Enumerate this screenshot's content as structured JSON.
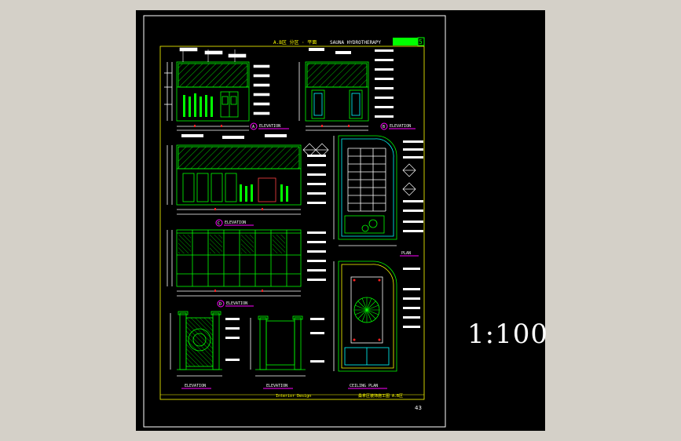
{
  "title_block": {
    "title_cn": "A.B区 分区 · 平面",
    "title_en": "SAUNA HYDROTHERAPY",
    "sheet_no": "5"
  },
  "views": [
    {
      "id": "A",
      "label": "ELEVATION"
    },
    {
      "id": "B",
      "label": "ELEVATION"
    },
    {
      "id": "C",
      "label": "ELEVATION"
    },
    {
      "id": "D",
      "label": "ELEVATION"
    },
    {
      "id": "E",
      "label": "ELEVATION"
    },
    {
      "id": "F",
      "label": "ELEVATION"
    },
    {
      "id": "P",
      "label": "PLAN"
    },
    {
      "id": "R",
      "label": "CEILING PLAN"
    }
  ],
  "footer": {
    "left": "Interior Design",
    "right": "桑拿区装饰施工图 A.B区"
  },
  "page_number": "43",
  "scale": "1:100",
  "colors": {
    "background": "#000000",
    "frame": "#ffffff",
    "lines": "#00ff00",
    "notes": "#ffffff",
    "accent": "#ff00ff",
    "highlight": "#ffff00",
    "hatch": "#00c800",
    "dim_red": "#ff2020"
  }
}
